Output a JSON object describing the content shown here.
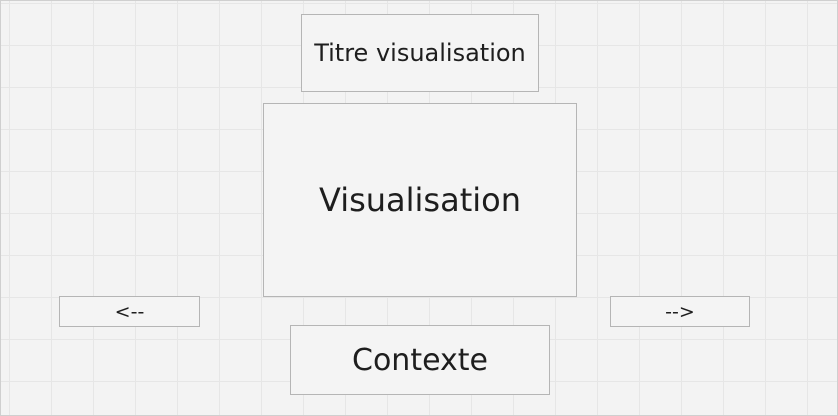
{
  "wireframe": {
    "title_label": "Titre visualisation",
    "visualization_label": "Visualisation",
    "previous_label": "<--",
    "next_label": "-->",
    "context_label": "Contexte"
  },
  "colors": {
    "canvas_background": "#f3f3f3",
    "grid_line": "#e6e6e6",
    "box_border": "#b5b5b5",
    "text": "#1e1e1e"
  }
}
